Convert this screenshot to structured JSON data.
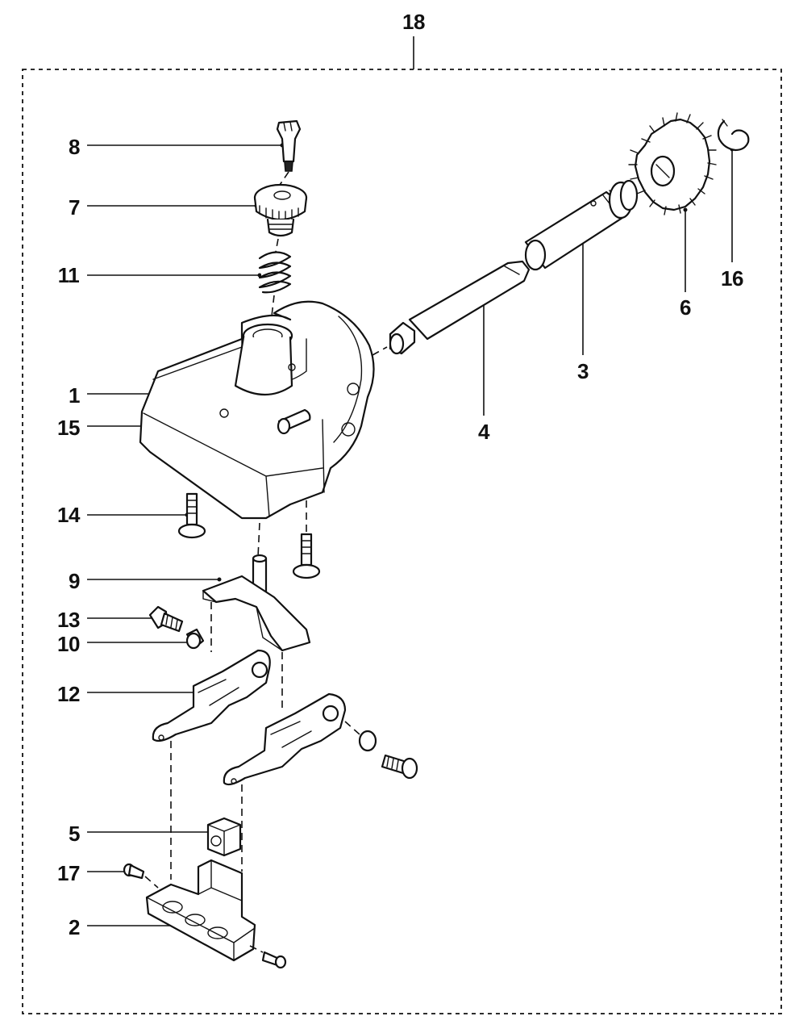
{
  "diagram": {
    "assembly_label": "18",
    "callouts": [
      {
        "id": "8",
        "label": "8"
      },
      {
        "id": "7",
        "label": "7"
      },
      {
        "id": "11",
        "label": "11"
      },
      {
        "id": "1",
        "label": "1"
      },
      {
        "id": "15",
        "label": "15"
      },
      {
        "id": "14",
        "label": "14"
      },
      {
        "id": "9",
        "label": "9"
      },
      {
        "id": "13",
        "label": "13"
      },
      {
        "id": "10",
        "label": "10"
      },
      {
        "id": "12",
        "label": "12"
      },
      {
        "id": "5",
        "label": "5"
      },
      {
        "id": "17",
        "label": "17"
      },
      {
        "id": "2",
        "label": "2"
      },
      {
        "id": "3",
        "label": "3"
      },
      {
        "id": "4",
        "label": "4"
      },
      {
        "id": "6",
        "label": "6"
      },
      {
        "id": "16",
        "label": "16"
      }
    ]
  }
}
